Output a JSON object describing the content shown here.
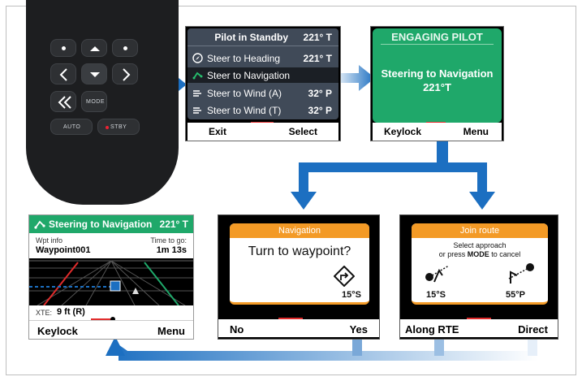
{
  "remote": {
    "mode_label": "MODE",
    "auto_label": "AUTO",
    "stby_label": "STBY"
  },
  "pilot_menu": {
    "title": "Pilot in Standby",
    "title_value": "221° T",
    "items": [
      {
        "label": "Steer to Heading",
        "value": "221° T",
        "icon": "compass-icon"
      },
      {
        "label": "Steer to Navigation",
        "value": "",
        "icon": "route-icon",
        "selected": true
      },
      {
        "label": "Steer to Wind (A)",
        "value": "32° P",
        "icon": "wind-icon"
      },
      {
        "label": "Steer to Wind (T)",
        "value": "32° P",
        "icon": "wind-icon"
      }
    ],
    "softkey_left": "Exit",
    "softkey_right": "Select"
  },
  "engaging": {
    "title": "ENGAGING PILOT",
    "line1": "Steering to Navigation",
    "line2": "221°T",
    "softkey_left": "Keylock",
    "softkey_right": "Menu"
  },
  "navigation_popup": {
    "header": "Navigation",
    "question": "Turn to waypoint?",
    "value": "15°S",
    "softkey_left": "No",
    "softkey_right": "Yes"
  },
  "join_route_popup": {
    "header": "Join route",
    "line1": "Select approach",
    "line2_prefix": "or press",
    "line2_bold": "MODE",
    "line2_suffix": "to cancel",
    "option_left_value": "15°S",
    "option_right_value": "55°P",
    "softkey_left": "Along RTE",
    "softkey_right": "Direct"
  },
  "autopilot_view": {
    "title": "Steering to Navigation",
    "heading": "221° T",
    "wpt_label": "Wpt info",
    "wpt_value": "Waypoint001",
    "ttg_label": "Time to go:",
    "ttg_value": "1m 13s",
    "xte_label": "XTE:",
    "xte_value": "9 ft (R)",
    "softkey_left": "Keylock",
    "softkey_right": "Menu"
  },
  "colors": {
    "accent_blue": "#1c6fc1",
    "green": "#1fa86a",
    "orange": "#f39a26",
    "menu_bg": "#404a58"
  }
}
